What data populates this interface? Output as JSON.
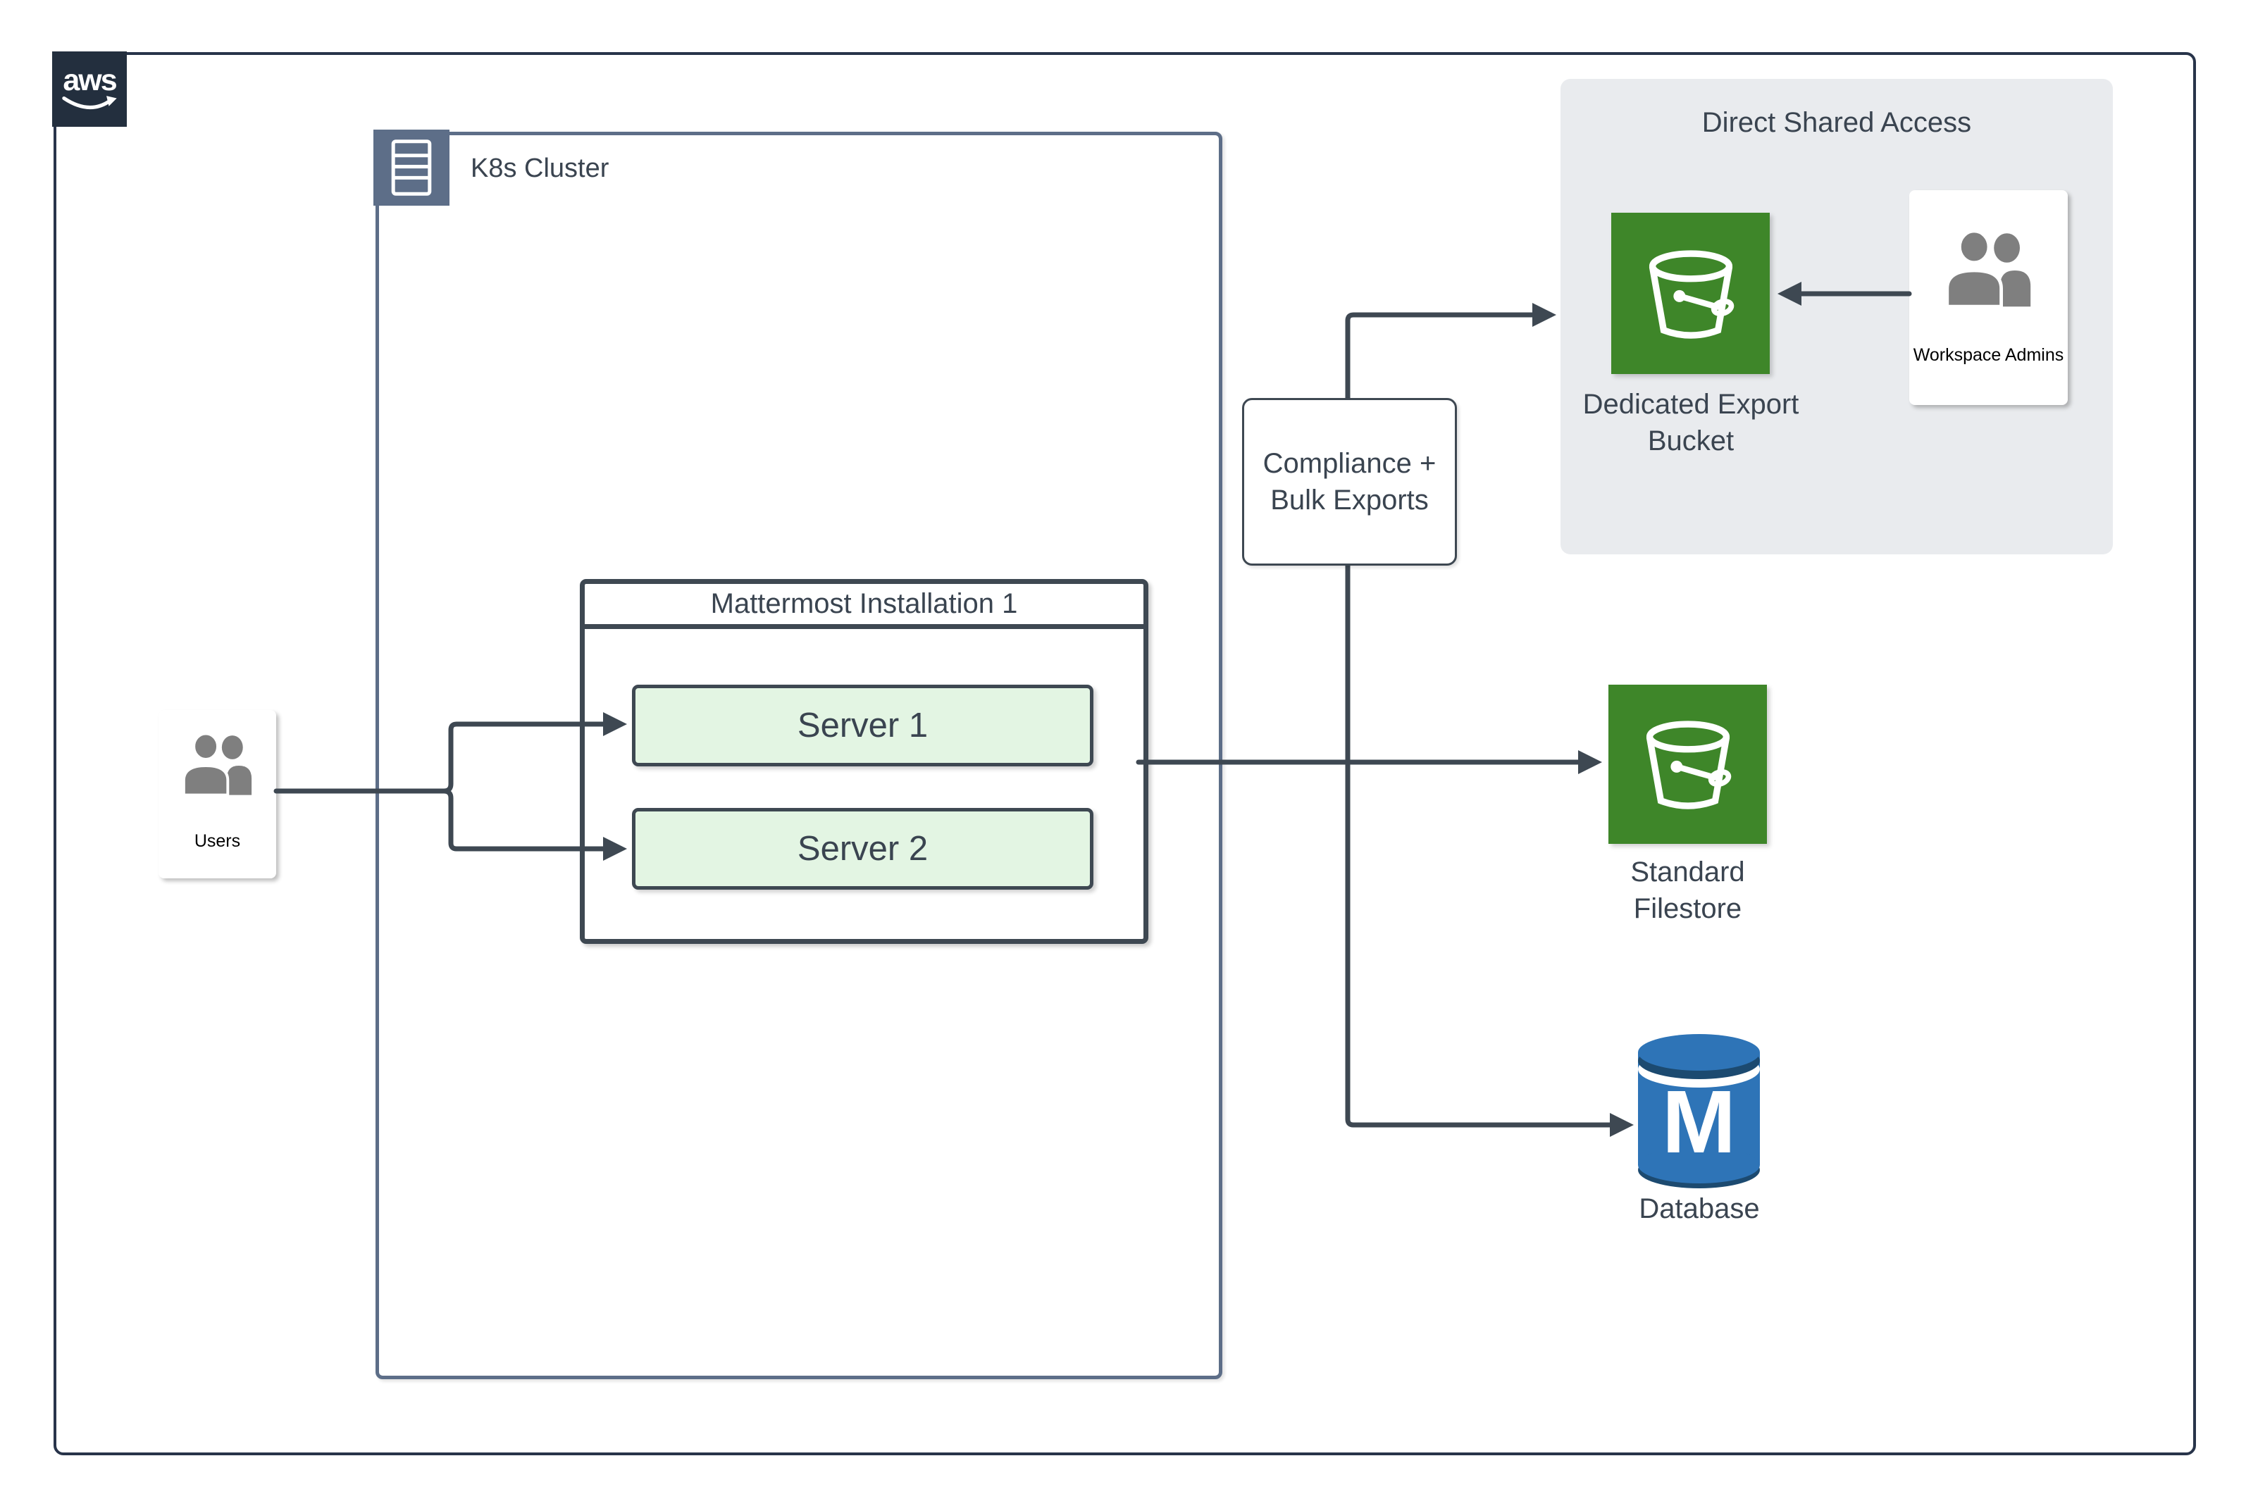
{
  "diagram": {
    "provider_badge": "aws",
    "k8s_cluster": {
      "label": "K8s Cluster"
    },
    "mattermost": {
      "title": "Mattermost Installation 1",
      "servers": [
        {
          "label": "Server 1"
        },
        {
          "label": "Server 2"
        }
      ]
    },
    "users": {
      "label": "Users"
    },
    "compliance": {
      "line1": "Compliance +",
      "line2": "Bulk Exports"
    },
    "direct_shared_access": {
      "title": "Direct Shared Access",
      "dedicated_export_bucket": {
        "line1": "Dedicated Export",
        "line2": "Bucket"
      },
      "workspace_admins": {
        "label": "Workspace Admins"
      }
    },
    "standard_filestore": {
      "line1": "Standard",
      "line2": "Filestore"
    },
    "database": {
      "label": "Database",
      "monogram": "M"
    },
    "colors": {
      "connector": "#3E4852",
      "outer_border": "#28344A",
      "aws_navy": "#232F3E",
      "k8s_slate": "#5D6E88",
      "server_fill": "#E3F5E3",
      "bucket_green": "#3E8629",
      "database_blue": "#2E74B7",
      "database_dark_rim": "#1C4A70",
      "region_gray": "#E9EBEE",
      "icon_gray": "#7F7F7F",
      "text": "#3A4450"
    }
  }
}
